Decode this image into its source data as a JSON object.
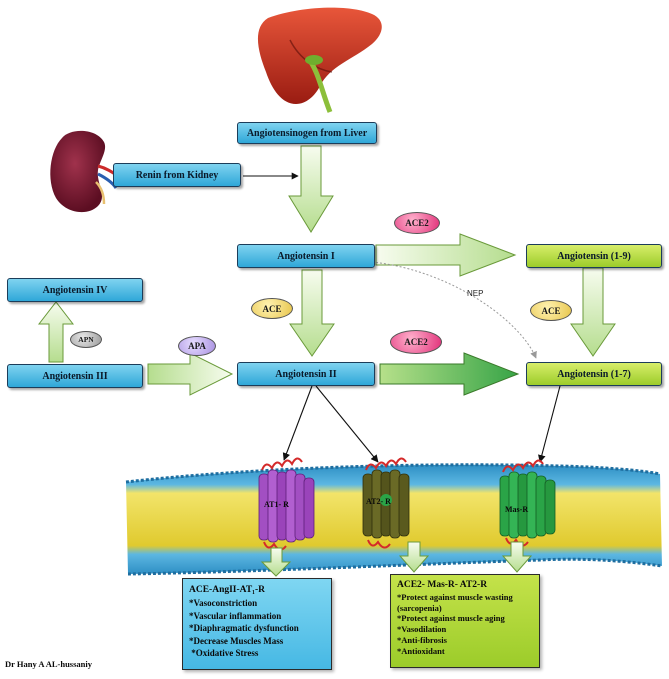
{
  "boxes": {
    "angiotensinogen": "Angiotensinogen from Liver",
    "renin": "Renin from Kidney",
    "ang1": "Angiotensin I",
    "ang19": "Angiotensin (1-9)",
    "ang4": "Angiotensin IV",
    "ang2": "Angiotensin II",
    "ang3": "Angiotensin III",
    "ang17": "Angiotensin (1-7)"
  },
  "enzymes": {
    "ace2_top": "ACE2",
    "ace_left": "ACE",
    "ace_right": "ACE",
    "ace2_mid": "ACE2",
    "apa": "APA",
    "apn": "APN",
    "nep": "NEP"
  },
  "receptors": {
    "at1": "AT1- R",
    "at2": "AT2- R",
    "mas": "Mas-R"
  },
  "effects_left": {
    "title": "ACE-AngII-AT₁-R",
    "items": [
      "*Vasoconstriction",
      "*Vascular inflammation",
      "*Diaphragmatic dysfunction",
      "*Decrease  Muscles Mass",
      " *Oxidative Stress"
    ]
  },
  "effects_right": {
    "title": "ACE2- Mas-R-  AT2-R",
    "items": [
      "*Protect against muscle wasting (sarcopenia)",
      "*Protect against muscle aging",
      "*Vasodilation",
      "*Anti-fibrosis",
      "*Antioxidant"
    ]
  },
  "credit": "Dr Hany A AL-hussaniy",
  "colors": {
    "blue_box": "#2fa7d8",
    "green_box": "#9ccc2a",
    "arrow_fill": "#dff2c8",
    "membrane_head": "#2e8fc4",
    "membrane_tail": "#e8d63a",
    "at1_receptor": "#a24fc2",
    "at2_receptor": "#5a5a1e",
    "mas_receptor": "#2aa447"
  },
  "icons": [
    "liver-icon",
    "kidney-icon"
  ]
}
